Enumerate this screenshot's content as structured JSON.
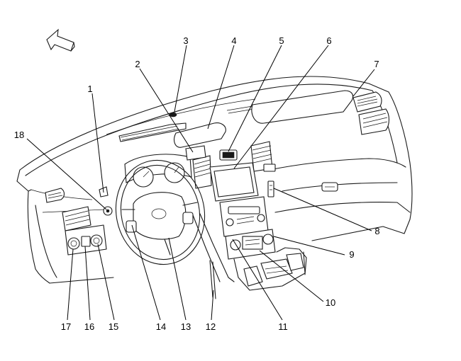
{
  "callouts": [
    {
      "id": "1",
      "label": "1"
    },
    {
      "id": "2",
      "label": "2"
    },
    {
      "id": "3",
      "label": "3"
    },
    {
      "id": "4",
      "label": "4"
    },
    {
      "id": "5",
      "label": "5"
    },
    {
      "id": "6",
      "label": "6"
    },
    {
      "id": "7",
      "label": "7"
    },
    {
      "id": "8",
      "label": "8"
    },
    {
      "id": "9",
      "label": "9"
    },
    {
      "id": "10",
      "label": "10"
    },
    {
      "id": "11",
      "label": "11"
    },
    {
      "id": "12",
      "label": "12"
    },
    {
      "id": "13",
      "label": "13"
    },
    {
      "id": "14",
      "label": "14"
    },
    {
      "id": "15",
      "label": "15"
    },
    {
      "id": "16",
      "label": "16"
    },
    {
      "id": "17",
      "label": "17"
    },
    {
      "id": "18",
      "label": "18"
    }
  ],
  "icons": {
    "orientation_arrow": "forward-arrow-icon"
  }
}
